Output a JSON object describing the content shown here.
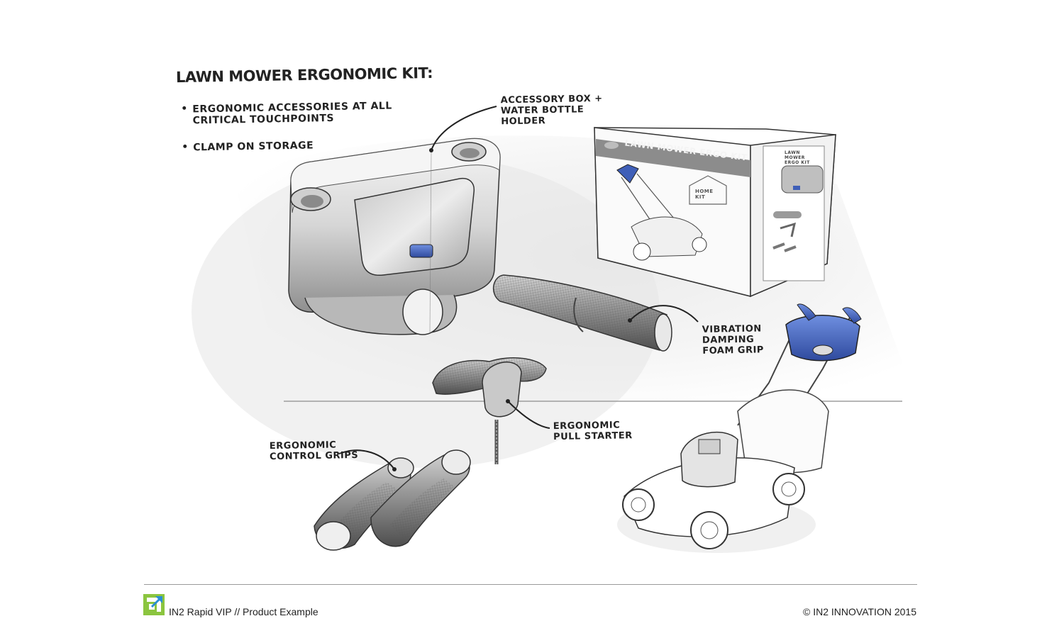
{
  "sketch": {
    "title": "LAWN MOWER ERGONOMIC KIT:",
    "bullets": [
      "ERGONOMIC ACCESSORIES AT ALL CRITICAL TOUCHPOINTS",
      "CLAMP ON STORAGE"
    ],
    "callouts": {
      "accessory_box": "ACCESSORY BOX + WATER BOTTLE HOLDER",
      "vibration_grip": "VIBRATION DAMPING FOAM GRIP",
      "pull_starter": "ERGONOMIC PULL STARTER",
      "control_grips": "ERGONOMIC CONTROL GRIPS"
    },
    "package": {
      "front_label": "LAWN MOWER ERGO KIT",
      "side_label": "LAWN MOWER ERGO KIT",
      "house_label": "HOME KIT"
    }
  },
  "footer": {
    "left_text": "IN2 Rapid VIP // Product Example",
    "right_text": "© IN2 INNOVATION 2015"
  },
  "colors": {
    "accent_blue": "#3f5fb8",
    "logo_green": "#8bc53f",
    "logo_blue": "#2a8fd4"
  },
  "icons": {
    "footer_logo": "in2-logo-icon"
  }
}
